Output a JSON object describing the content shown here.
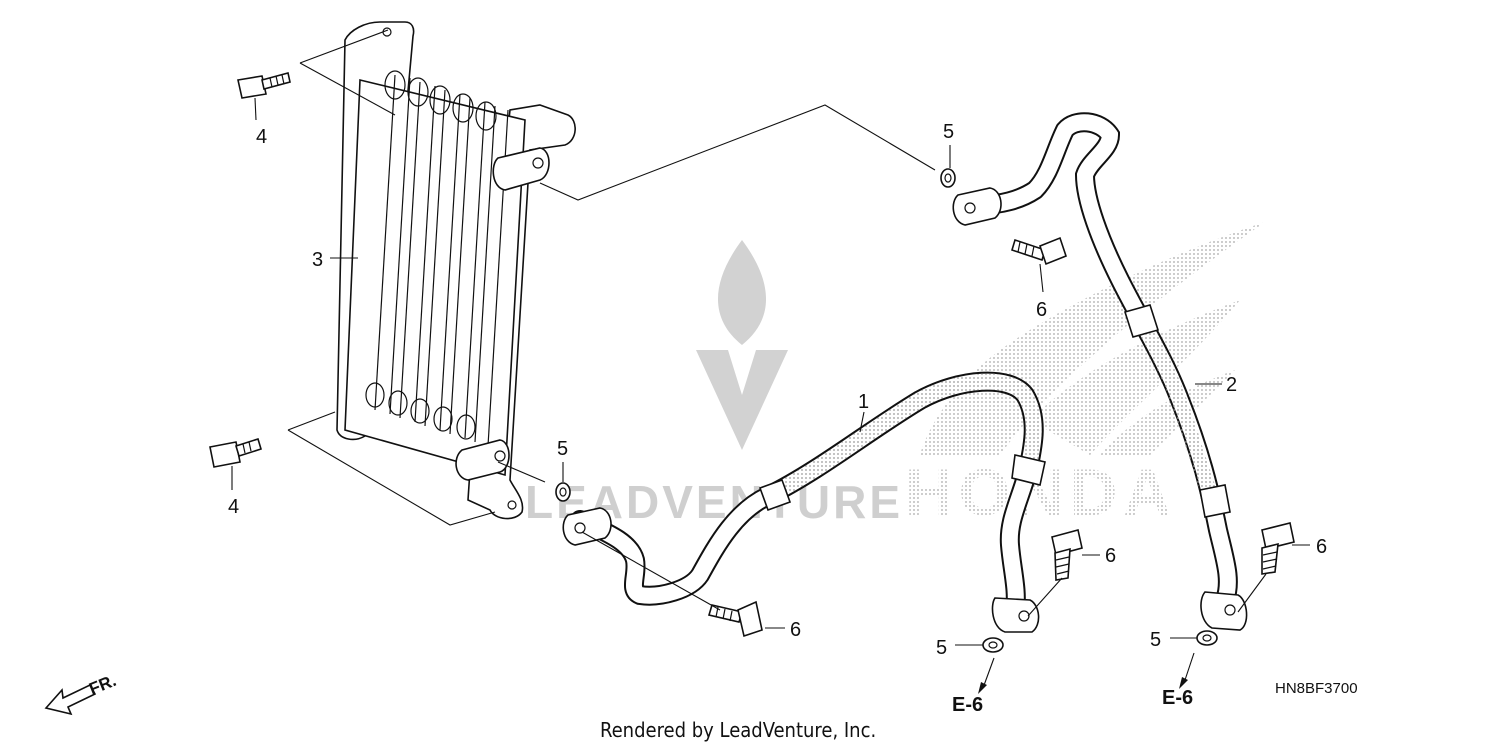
{
  "callouts": {
    "c1": "1",
    "c2": "2",
    "c3": "3",
    "c4a": "4",
    "c4b": "4",
    "c5a": "5",
    "c5b": "5",
    "c5c": "5",
    "c5d": "5",
    "c6a": "6",
    "c6b": "6",
    "c6c": "6",
    "c6d": "6"
  },
  "refs": {
    "r1": "E-6",
    "r2": "E-6"
  },
  "diagram_code": "HN8BF3700",
  "credit": "Rendered by LeadVenture, Inc.",
  "front_label": "FR.",
  "watermarks": {
    "leadventure": "LEADVENTURE",
    "brand": "HONDA"
  },
  "colors": {
    "ink": "#111111",
    "watermark": "#c8c8c8"
  }
}
